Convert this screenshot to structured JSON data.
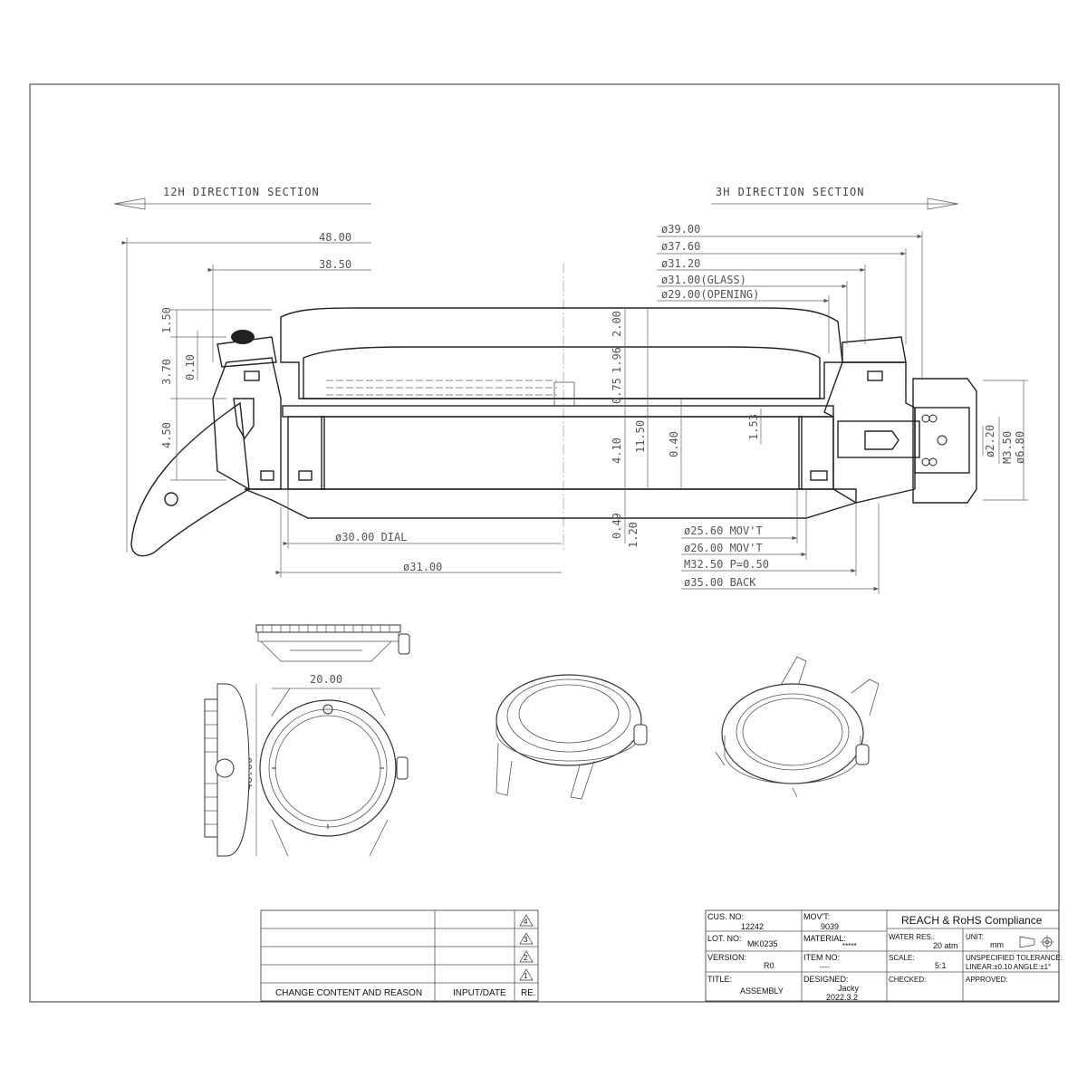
{
  "section_labels": {
    "left": "12H DIRECTION SECTION",
    "right": "3H DIRECTION SECTION"
  },
  "dimensions": {
    "top_left": [
      "48.00",
      "38.50"
    ],
    "top_right": [
      "ø39.00",
      "ø37.60",
      "ø31.20",
      "ø31.00(GLASS)",
      "ø29.00(OPENING)"
    ],
    "left_vertical": [
      "1.50",
      "0.10",
      "3.70",
      "4.50"
    ],
    "center_vertical": [
      "2.00",
      "1.96",
      "0.75",
      "4.10",
      "11.50",
      "0.40",
      "1.53",
      "0.49",
      "1.20"
    ],
    "right_vertical": [
      "ø2.20",
      "M3.50",
      "ø6.80"
    ],
    "bottom_left": [
      "ø30.00 DIAL",
      "ø31.00"
    ],
    "bottom_right": [
      "ø25.60 MOV'T",
      "ø26.00 MOV'T",
      "M32.50 P=0.50",
      "ø35.00 BACK"
    ],
    "views": {
      "width": "20.00",
      "height": "48.00"
    }
  },
  "title_block": {
    "revisions": [
      "4",
      "3",
      "2",
      "1"
    ],
    "change_header": "CHANGE CONTENT AND REASON",
    "input_header": "INPUT/DATE",
    "re_header": "RE.",
    "cus_no_label": "CUS. NO:",
    "cus_no": "12242",
    "movt_label": "MOV'T:",
    "movt": "9039",
    "compliance": "REACH & RoHS Compliance",
    "lot_no_label": "LOT. NO:",
    "lot_no": "MK0235",
    "material_label": "MATERIAL:",
    "material": "*****",
    "water_label": "WATER RES.:",
    "water": "20 atm",
    "unit_label": "UNIT:",
    "unit": "mm",
    "version_label": "VERSION:",
    "version": "R0",
    "item_label": "ITEM NO:",
    "item": "----",
    "scale_label": "SCALE:",
    "scale": "5:1",
    "tolerance_label": "UNSPECIFIED TOLERANCE:",
    "tolerance": "LINEAR:±0.10 ANGLE:±1°",
    "title_label": "TITLE:",
    "title": "ASSEMBLY",
    "designed_label": "DESIGNED:",
    "designer": "Jacky",
    "date": "2022.3.2",
    "checked_label": "CHECKED:",
    "approved_label": "APPROVED:"
  }
}
